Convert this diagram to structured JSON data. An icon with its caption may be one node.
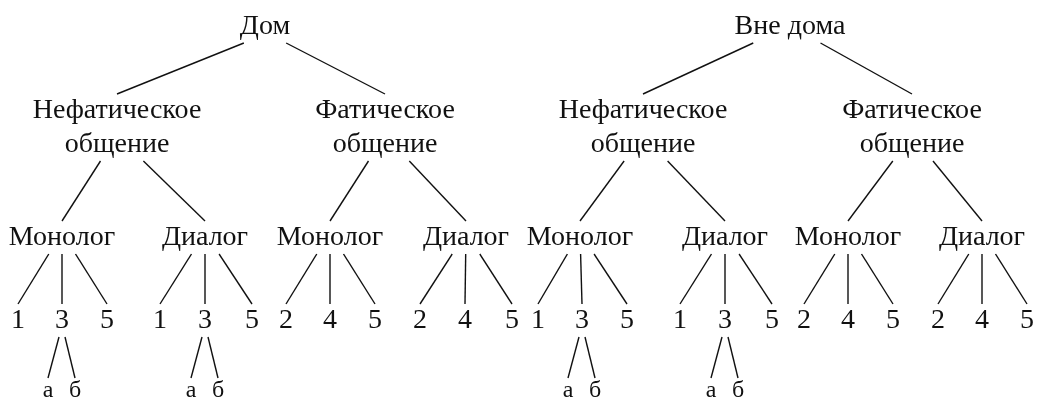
{
  "diagram": {
    "nodes": [
      {
        "text": [
          "Дом"
        ]
      },
      {
        "text": [
          "Вне дома"
        ]
      },
      {
        "text": [
          "Нефатическое общение"
        ]
      },
      {
        "text": [
          "Фатическое общение"
        ]
      },
      {
        "text": [
          "Нефатическое общение"
        ]
      },
      {
        "text": [
          "Фатическое общение"
        ]
      },
      {
        "text": [
          "Монолог"
        ]
      },
      {
        "text": [
          "Диалог"
        ]
      },
      {
        "text": [
          "Монолог"
        ]
      },
      {
        "text": [
          "Диалог"
        ]
      },
      {
        "text": [
          "Монолог"
        ]
      },
      {
        "text": [
          "Диалог"
        ]
      },
      {
        "text": [
          "Монолог"
        ]
      },
      {
        "text": [
          "Диалог"
        ]
      },
      {
        "text": [
          "1"
        ]
      },
      {
        "text": [
          "3"
        ]
      },
      {
        "text": [
          "5"
        ]
      },
      {
        "text": [
          "1"
        ]
      },
      {
        "text": [
          "3"
        ]
      },
      {
        "text": [
          "5"
        ]
      },
      {
        "text": [
          "2"
        ]
      },
      {
        "text": [
          "4"
        ]
      },
      {
        "text": [
          "5"
        ]
      },
      {
        "text": [
          "2"
        ]
      },
      {
        "text": [
          "4"
        ]
      },
      {
        "text": [
          "5"
        ]
      },
      {
        "text": [
          "1"
        ]
      },
      {
        "text": [
          "3"
        ]
      },
      {
        "text": [
          "5"
        ]
      },
      {
        "text": [
          "1"
        ]
      },
      {
        "text": [
          "3"
        ]
      },
      {
        "text": [
          "5"
        ]
      },
      {
        "text": [
          "2"
        ]
      },
      {
        "text": [
          "4"
        ]
      },
      {
        "text": [
          "5"
        ]
      },
      {
        "text": [
          "2"
        ]
      },
      {
        "text": [
          "4"
        ]
      },
      {
        "text": [
          "5"
        ]
      },
      {
        "text": [
          "а"
        ]
      },
      {
        "text": [
          "б"
        ]
      },
      {
        "text": [
          "а"
        ]
      },
      {
        "text": [
          "б"
        ]
      },
      {
        "text": [
          "а"
        ]
      },
      {
        "text": [
          "б"
        ]
      },
      {
        "text": [
          "а"
        ]
      },
      {
        "text": [
          "б"
        ]
      }
    ],
    "edges": [
      {
        "from": 0,
        "to": 2,
        "arrow": "none"
      },
      {
        "from": 0,
        "to": 3,
        "arrow": "none"
      },
      {
        "from": 1,
        "to": 4,
        "arrow": "none"
      },
      {
        "from": 1,
        "to": 5,
        "arrow": "none"
      },
      {
        "from": 2,
        "to": 6,
        "arrow": "none"
      },
      {
        "from": 2,
        "to": 7,
        "arrow": "none"
      },
      {
        "from": 3,
        "to": 8,
        "arrow": "none"
      },
      {
        "from": 3,
        "to": 9,
        "arrow": "none"
      },
      {
        "from": 4,
        "to": 10,
        "arrow": "none"
      },
      {
        "from": 4,
        "to": 11,
        "arrow": "none"
      },
      {
        "from": 5,
        "to": 12,
        "arrow": "none"
      },
      {
        "from": 5,
        "to": 13,
        "arrow": "none"
      },
      {
        "from": 6,
        "to": 14,
        "arrow": "none"
      },
      {
        "from": 6,
        "to": 15,
        "arrow": "none"
      },
      {
        "from": 6,
        "to": 16,
        "arrow": "none"
      },
      {
        "from": 7,
        "to": 17,
        "arrow": "none"
      },
      {
        "from": 7,
        "to": 18,
        "arrow": "none"
      },
      {
        "from": 7,
        "to": 19,
        "arrow": "none"
      },
      {
        "from": 8,
        "to": 20,
        "arrow": "none"
      },
      {
        "from": 8,
        "to": 21,
        "arrow": "none"
      },
      {
        "from": 8,
        "to": 22,
        "arrow": "none"
      },
      {
        "from": 9,
        "to": 23,
        "arrow": "none"
      },
      {
        "from": 9,
        "to": 24,
        "arrow": "none"
      },
      {
        "from": 9,
        "to": 25,
        "arrow": "none"
      },
      {
        "from": 10,
        "to": 26,
        "arrow": "none"
      },
      {
        "from": 10,
        "to": 27,
        "arrow": "none"
      },
      {
        "from": 10,
        "to": 28,
        "arrow": "none"
      },
      {
        "from": 11,
        "to": 29,
        "arrow": "none"
      },
      {
        "from": 11,
        "to": 30,
        "arrow": "none"
      },
      {
        "from": 11,
        "to": 31,
        "arrow": "none"
      },
      {
        "from": 12,
        "to": 32,
        "arrow": "none"
      },
      {
        "from": 12,
        "to": 33,
        "arrow": "none"
      },
      {
        "from": 12,
        "to": 34,
        "arrow": "none"
      },
      {
        "from": 13,
        "to": 35,
        "arrow": "none"
      },
      {
        "from": 13,
        "to": 36,
        "arrow": "none"
      },
      {
        "from": 13,
        "to": 37,
        "arrow": "none"
      },
      {
        "from": 15,
        "to": 38,
        "arrow": "none"
      },
      {
        "from": 15,
        "to": 39,
        "arrow": "none"
      },
      {
        "from": 18,
        "to": 40,
        "arrow": "none"
      },
      {
        "from": 18,
        "to": 41,
        "arrow": "none"
      },
      {
        "from": 27,
        "to": 42,
        "arrow": "none"
      },
      {
        "from": 27,
        "to": 43,
        "arrow": "none"
      },
      {
        "from": 30,
        "to": 44,
        "arrow": "none"
      },
      {
        "from": 30,
        "to": 45,
        "arrow": "none"
      }
    ]
  }
}
